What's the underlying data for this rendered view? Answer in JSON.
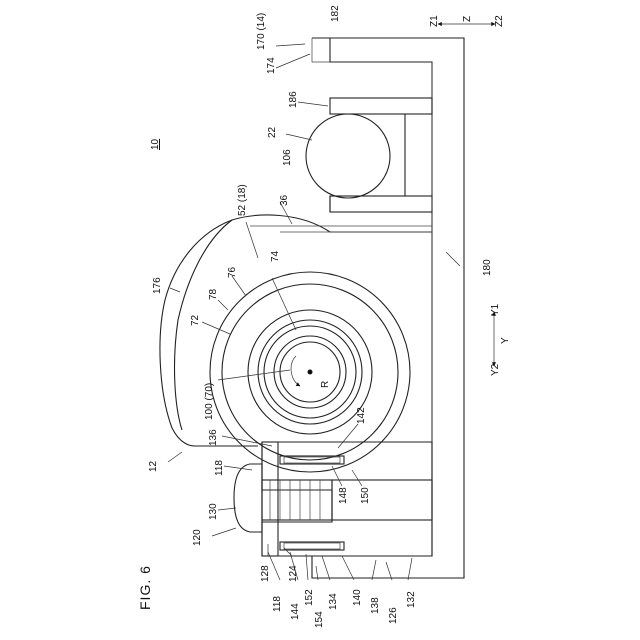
{
  "figure": {
    "title": "FIG. 6",
    "assembly_ref": "10",
    "axes": {
      "z_axis": "Z",
      "z1": "Z1",
      "z2": "Z2",
      "y_axis": "Y",
      "y1": "Y1",
      "y2": "Y2",
      "rotation": "R"
    },
    "labels": [
      {
        "id": "l170",
        "text": "170 (14)"
      },
      {
        "id": "l182",
        "text": "182"
      },
      {
        "id": "l174",
        "text": "174"
      },
      {
        "id": "l186",
        "text": "186"
      },
      {
        "id": "l22",
        "text": "22"
      },
      {
        "id": "l106",
        "text": "106"
      },
      {
        "id": "l36",
        "text": "36"
      },
      {
        "id": "l52",
        "text": "52 (18)"
      },
      {
        "id": "l176",
        "text": "176"
      },
      {
        "id": "l78",
        "text": "78"
      },
      {
        "id": "l76",
        "text": "76"
      },
      {
        "id": "l74",
        "text": "74"
      },
      {
        "id": "l72",
        "text": "72"
      },
      {
        "id": "l180",
        "text": "180"
      },
      {
        "id": "l100",
        "text": "100 (70)"
      },
      {
        "id": "l142",
        "text": "142"
      },
      {
        "id": "l136",
        "text": "136"
      },
      {
        "id": "l12",
        "text": "12"
      },
      {
        "id": "l118a",
        "text": "118"
      },
      {
        "id": "l148",
        "text": "148"
      },
      {
        "id": "l150",
        "text": "150"
      },
      {
        "id": "l130",
        "text": "130"
      },
      {
        "id": "l120",
        "text": "120"
      },
      {
        "id": "l128",
        "text": "128"
      },
      {
        "id": "l124",
        "text": "124"
      },
      {
        "id": "l118b",
        "text": "118"
      },
      {
        "id": "l144",
        "text": "144"
      },
      {
        "id": "l152",
        "text": "152"
      },
      {
        "id": "l154",
        "text": "154"
      },
      {
        "id": "l134",
        "text": "134"
      },
      {
        "id": "l140",
        "text": "140"
      },
      {
        "id": "l138",
        "text": "138"
      },
      {
        "id": "l126",
        "text": "126"
      },
      {
        "id": "l132",
        "text": "132"
      }
    ]
  }
}
